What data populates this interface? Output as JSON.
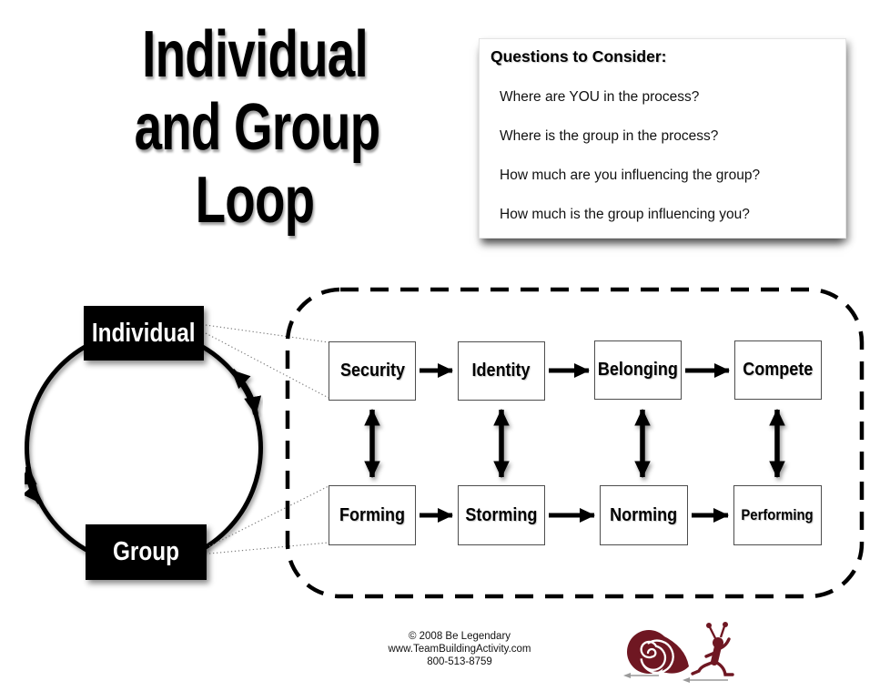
{
  "title": {
    "lines": [
      "Individual",
      "and Group",
      "Loop"
    ]
  },
  "questions": {
    "heading": "Questions to Consider:",
    "items": [
      "Where are YOU in the process?",
      "Where is the group in the process?",
      "How much are you influencing the group?",
      "How much is the group influencing you?"
    ]
  },
  "loop": {
    "individual_label": "Individual",
    "group_label": "Group"
  },
  "stages": {
    "individual": [
      "Security",
      "Identity",
      "Belonging",
      "Compete"
    ],
    "group": [
      "Forming",
      "Storming",
      "Norming",
      "Performing"
    ]
  },
  "footer": {
    "copyright": "© 2008 Be Legendary",
    "website": "www.TeamBuildingActivity.com",
    "phone": "800-513-8759"
  },
  "logo": {
    "snail_color": "#6f1722",
    "motion_line_color": "#9a9a9a"
  },
  "colors": {
    "ink": "#000000",
    "box_border": "#4d4d4d",
    "dotted_line": "#777777"
  }
}
